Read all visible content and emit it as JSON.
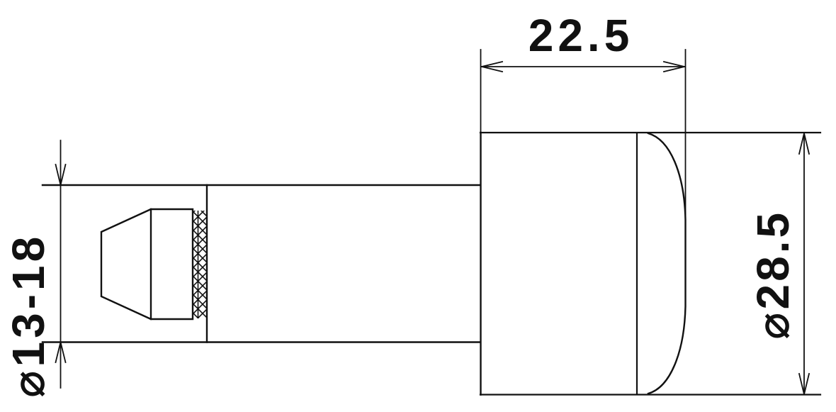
{
  "drawing": {
    "background_color": "#ffffff",
    "line_color": "#111111",
    "dims": {
      "head_length": "22.5",
      "head_diameter": "⌀28.5",
      "clamp_diameter_range": "⌀13-18"
    }
  }
}
